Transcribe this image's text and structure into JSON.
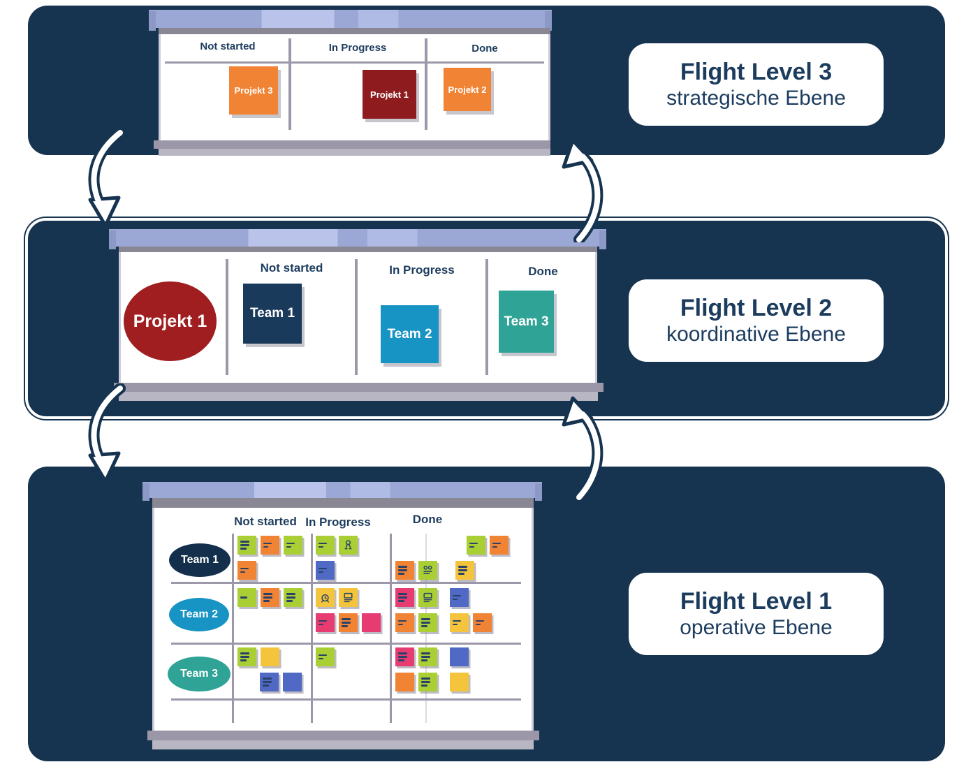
{
  "palette": {
    "green": "#A9CF35",
    "orange": "#F18334",
    "yellow": "#F4C53C",
    "pink": "#E73C72",
    "blue": "#5069C4",
    "band_navy": "#16334F",
    "text_navy": "#1C3C5E",
    "doodle_navy": "#2A4168"
  },
  "icons": {
    "flow_down": "curved-arrow-down",
    "flow_up": "curved-arrow-up"
  },
  "levels": [
    {
      "key": "level-3",
      "title": "Flight Level 3",
      "subtitle": "strategische Ebene",
      "board": {
        "columns": [
          "Not started",
          "In Progress",
          "Done"
        ],
        "notes": [
          {
            "label": "Projekt 3",
            "color": "#F18334"
          },
          {
            "label": "Projekt 1",
            "color": "#8E1C1E"
          },
          {
            "label": "Projekt 2",
            "color": "#F18334"
          }
        ]
      }
    },
    {
      "key": "level-2",
      "title": "Flight Level 2",
      "subtitle": "koordinative Ebene",
      "board": {
        "project_badge": {
          "label": "Projekt 1",
          "color": "#A01D20"
        },
        "columns": [
          "Not started",
          "In Progress",
          "Done"
        ],
        "notes": [
          {
            "label": "Team 1",
            "color": "#1A3A5C"
          },
          {
            "label": "Team 2",
            "color": "#1793C4"
          },
          {
            "label": "Team 3",
            "color": "#2EA396"
          }
        ]
      }
    },
    {
      "key": "level-1",
      "title": "Flight Level 1",
      "subtitle": "operative Ebene",
      "board": {
        "columns": [
          "Not started",
          "In Progress",
          "Done"
        ],
        "rows": [
          {
            "team": "Team 1",
            "color": "#132F4B",
            "cells": [
              {
                "lines": [
                  {
                    "notes": [
                      [
                        "green",
                        "l3"
                      ],
                      [
                        "orange",
                        "l2"
                      ],
                      [
                        "green",
                        "l2"
                      ]
                    ]
                  },
                  {
                    "notes": [
                      [
                        "orange",
                        "l2"
                      ]
                    ]
                  }
                ]
              },
              {
                "lines": [
                  {
                    "notes": [
                      [
                        "green",
                        "l2"
                      ],
                      [
                        "green",
                        "key"
                      ]
                    ]
                  },
                  {
                    "notes": [
                      [
                        "blue",
                        "l2"
                      ]
                    ]
                  }
                ]
              },
              {
                "lines": [
                  {
                    "indent": 102,
                    "notes": [
                      [
                        "green",
                        "l2"
                      ],
                      [
                        "orange",
                        "l2"
                      ]
                    ]
                  },
                  {
                    "notes": [
                      [
                        "orange",
                        "l3"
                      ],
                      [
                        "green",
                        "face"
                      ],
                      [
                        "sp",
                        14
                      ],
                      [
                        "yellow",
                        "l3"
                      ]
                    ]
                  }
                ]
              }
            ]
          },
          {
            "team": "Team 2",
            "color": "#1793C4",
            "cells": [
              {
                "lines": [
                  {
                    "notes": [
                      [
                        "green",
                        "l1"
                      ],
                      [
                        "orange",
                        "l3"
                      ],
                      [
                        "green",
                        "l3"
                      ]
                    ]
                  }
                ]
              },
              {
                "lines": [
                  {
                    "notes": [
                      [
                        "yellow",
                        "clock"
                      ],
                      [
                        "yellow",
                        "memo"
                      ]
                    ]
                  },
                  {
                    "notes": [
                      [
                        "pink",
                        "l2"
                      ],
                      [
                        "orange",
                        "l3"
                      ],
                      [
                        "pink",
                        "blank"
                      ]
                    ]
                  }
                ]
              },
              {
                "lines": [
                  {
                    "notes": [
                      [
                        "pink",
                        "l3"
                      ],
                      [
                        "green",
                        "memo"
                      ],
                      [
                        "sp",
                        6
                      ],
                      [
                        "blue",
                        "l2"
                      ]
                    ]
                  },
                  {
                    "notes": [
                      [
                        "orange",
                        "l2"
                      ],
                      [
                        "green",
                        "l3"
                      ],
                      [
                        "sp",
                        6
                      ],
                      [
                        "yellow",
                        "l2"
                      ],
                      [
                        "orange",
                        "l2"
                      ]
                    ]
                  }
                ]
              }
            ]
          },
          {
            "team": "Team 3",
            "color": "#2EA396",
            "cells": [
              {
                "lines": [
                  {
                    "notes": [
                      [
                        "green",
                        "l3"
                      ],
                      [
                        "yellow",
                        "blank"
                      ]
                    ]
                  },
                  {
                    "indent": 32,
                    "notes": [
                      [
                        "blue",
                        "l3"
                      ],
                      [
                        "blue",
                        "blank"
                      ]
                    ]
                  }
                ]
              },
              {
                "lines": [
                  {
                    "notes": [
                      [
                        "green",
                        "l2"
                      ]
                    ]
                  }
                ]
              },
              {
                "lines": [
                  {
                    "notes": [
                      [
                        "pink",
                        "l3"
                      ],
                      [
                        "green",
                        "l3"
                      ],
                      [
                        "sp",
                        6
                      ],
                      [
                        "blue",
                        "blank"
                      ]
                    ]
                  },
                  {
                    "notes": [
                      [
                        "orange",
                        "blank"
                      ],
                      [
                        "green",
                        "l3"
                      ],
                      [
                        "sp",
                        6
                      ],
                      [
                        "yellow",
                        "blank"
                      ]
                    ]
                  }
                ]
              }
            ]
          }
        ]
      }
    }
  ]
}
